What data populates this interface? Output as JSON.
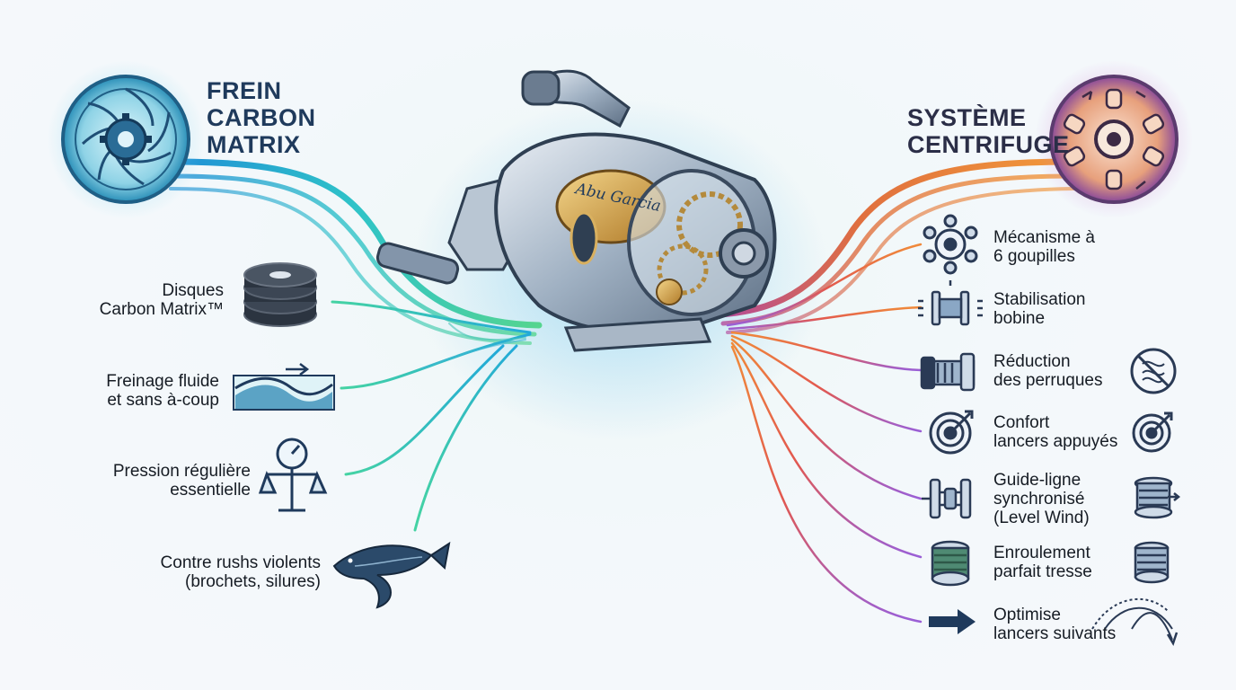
{
  "left": {
    "title": [
      "FREIN",
      "CARBON",
      "MATRIX"
    ],
    "hub_icon": "brake-disc-icon",
    "features": [
      {
        "lines": [
          "Disques",
          "Carbon Matrix™"
        ],
        "icon": "carbon-disc-stack-icon"
      },
      {
        "lines": [
          "Freinage fluide",
          "et sans à-coup"
        ],
        "icon": "smooth-wave-icon"
      },
      {
        "lines": [
          "Pression régulière",
          "essentielle"
        ],
        "icon": "pressure-scale-icon"
      },
      {
        "lines": [
          "Contre rushs violents",
          "(brochets, silures)"
        ],
        "icon": "pike-fish-icon"
      }
    ]
  },
  "right": {
    "title": [
      "SYSTÈME",
      "CENTRIFUGE"
    ],
    "hub_icon": "centrifuge-pins-icon",
    "features": [
      {
        "lines": [
          "Mécanisme à",
          "6 goupilles"
        ],
        "icon": "six-pins-icon"
      },
      {
        "lines": [
          "Stabilisation",
          "bobine"
        ],
        "icon": "spool-stabilization-icon"
      },
      {
        "lines": [
          "Réduction",
          "des perruques"
        ],
        "icon": "reel-spool-icon",
        "icon2": "no-tangle-icon"
      },
      {
        "lines": [
          "Confort",
          "lancers appuyés"
        ],
        "icon": "target-icon",
        "icon2": "target-icon"
      },
      {
        "lines": [
          "Guide-ligne",
          "synchronisé",
          "(Level Wind)"
        ],
        "icon": "level-wind-icon",
        "icon2": "spool-guide-icon"
      },
      {
        "lines": [
          "Enroulement",
          "parfait tresse"
        ],
        "icon": "braid-spool-icon",
        "icon2": "braid-spool-icon"
      },
      {
        "lines": [
          "Optimise",
          "lancers suivants"
        ],
        "icon": "arrow-right-icon",
        "icon2": "cast-trajectory-icon"
      }
    ]
  },
  "reel": {
    "brand": "Abu Garcia",
    "icon": "baitcasting-reel-icon"
  },
  "colors": {
    "left_accent": "#2bb3c9",
    "left_green": "#4fd39a",
    "right_orange": "#ef8a3a",
    "right_purple": "#9b5fd0",
    "navy": "#1f3a5c"
  }
}
